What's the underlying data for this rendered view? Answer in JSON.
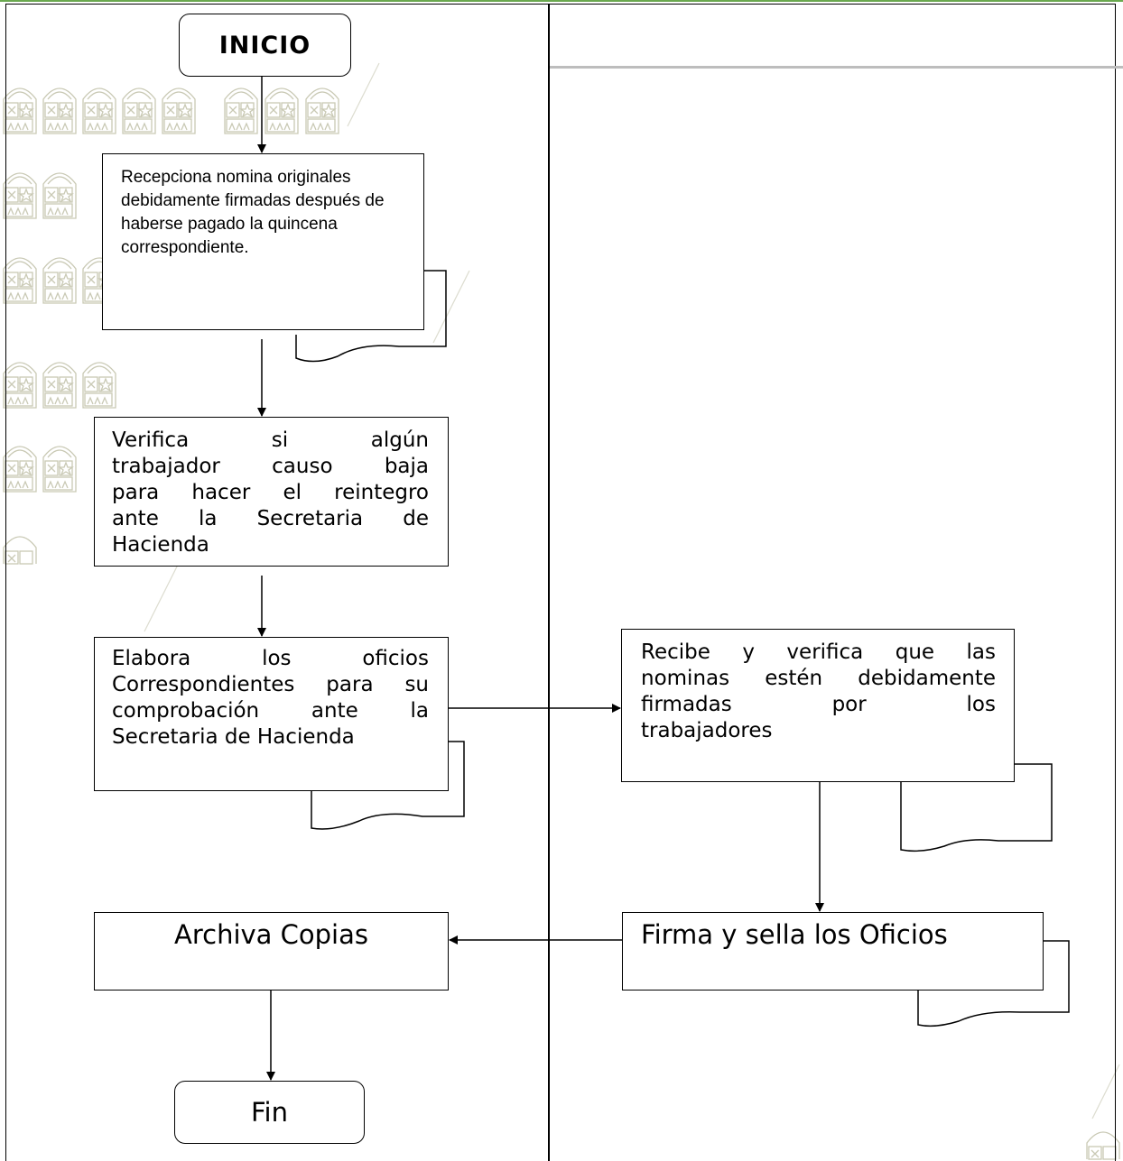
{
  "flowchart": {
    "start_label": "INICIO",
    "steps": {
      "receive_payroll": "Recepciona nomina originales debidamente firmadas después de haberse pagado la quincena correspondiente.",
      "verify_worker": [
        "Verifica si algún",
        "trabajador causo baja",
        "para hacer el reintegro",
        "ante la Secretaria de",
        "Hacienda"
      ],
      "prepare_letters": [
        "Elabora los oficios",
        "Correspondientes para su",
        "comprobación ante la",
        "Secretaria de Hacienda"
      ],
      "receive_verify": [
        "Recibe y verifica que las",
        "nominas estén debidamente",
        "firmadas por los",
        "trabajadores"
      ],
      "sign_seal": "Firma y sella los Oficios",
      "archive": "Archiva Copias"
    },
    "end_label": "Fin"
  },
  "colors": {
    "line": "#000000",
    "accent_top": "#6aa84f",
    "watermark": "#c9c9b4"
  },
  "watermark_icon": "state-emblem-icon"
}
